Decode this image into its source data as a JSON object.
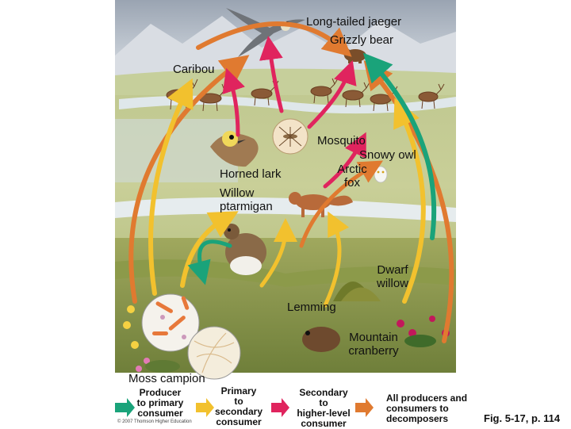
{
  "labels": {
    "long_tailed_jaeger": "Long-tailed jaeger",
    "grizzly_bear": "Grizzly bear",
    "caribou": "Caribou",
    "mosquito": "Mosquito",
    "snowy_owl": "Snowy owl",
    "arctic_fox_1": "Arctic",
    "arctic_fox_2": "fox",
    "horned_lark": "Horned lark",
    "willow_ptarmigan_1": "Willow",
    "willow_ptarmigan_2": "ptarmigan",
    "dwarf_willow_1": "Dwarf",
    "dwarf_willow_2": "willow",
    "lemming": "Lemming",
    "mountain_cranberry_1": "Mountain",
    "mountain_cranberry_2": "cranberry",
    "moss_campion": "Moss campion"
  },
  "legend": {
    "producer_line1": "Producer",
    "producer_line2": "to primary",
    "producer_line3": "consumer",
    "primary_line1": "Primary",
    "primary_line2": "to",
    "primary_line3": "secondary",
    "primary_line4": "consumer",
    "secondary_line1": "Secondary",
    "secondary_line2": "to",
    "secondary_line3": "higher-level",
    "secondary_line4": "consumer",
    "decomposer_line1": "All producers and",
    "decomposer_line2": "consumers to",
    "decomposer_line3": "decomposers"
  },
  "arrow_colors": {
    "producer_to_primary": "#1aa37a",
    "primary_to_secondary": "#f2c12e",
    "secondary_to_higher": "#e0245e",
    "to_decomposers": "#e07a30"
  },
  "copyright": "© 2007 Thomson Higher Education",
  "figure_caption": "Fig. 5-17, p. 114"
}
